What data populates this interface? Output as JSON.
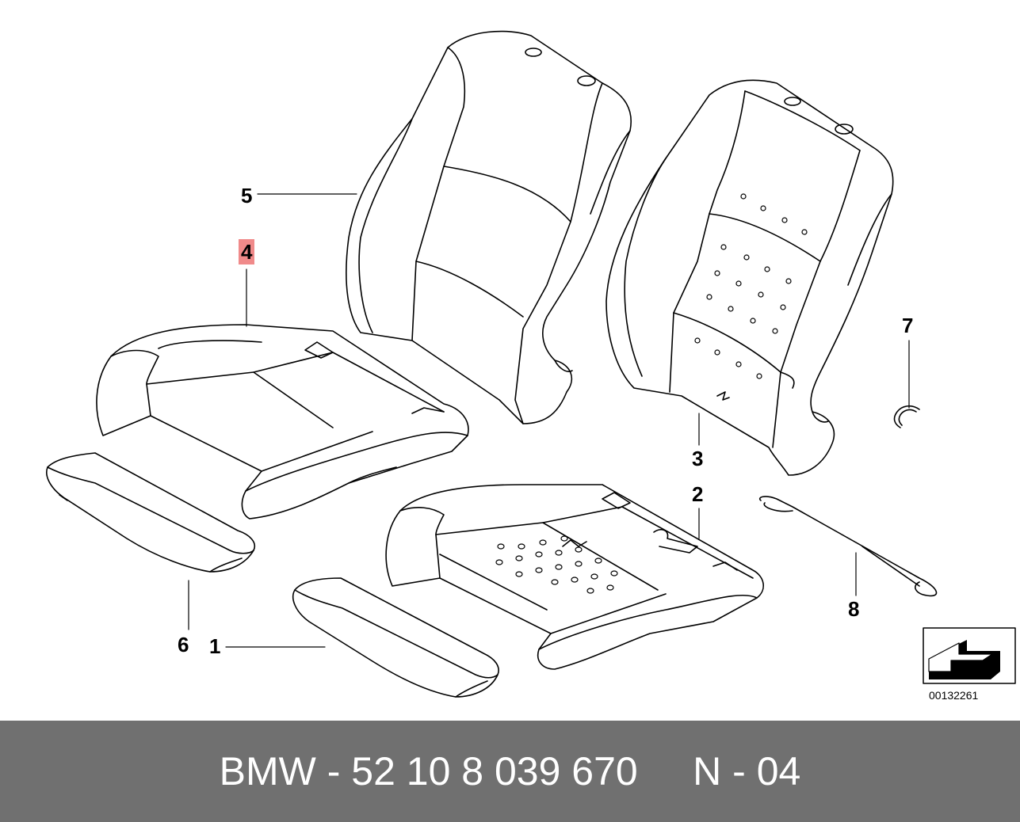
{
  "callouts": [
    {
      "id": "1",
      "label": "1",
      "highlighted": false
    },
    {
      "id": "2",
      "label": "2",
      "highlighted": false
    },
    {
      "id": "3",
      "label": "3",
      "highlighted": false
    },
    {
      "id": "4",
      "label": "4",
      "highlighted": true
    },
    {
      "id": "5",
      "label": "5",
      "highlighted": false
    },
    {
      "id": "6",
      "label": "6",
      "highlighted": false
    },
    {
      "id": "7",
      "label": "7",
      "highlighted": false
    },
    {
      "id": "8",
      "label": "8",
      "highlighted": false
    }
  ],
  "diagram_id": "00132261",
  "footer": {
    "text": "BMW - 52 10 8 039 670     N - 04"
  },
  "colors": {
    "highlight": "#f08a8a",
    "footer_bg": "#707070",
    "footer_text": "#ffffff",
    "line": "#000000"
  },
  "icons": {
    "corner_badge": "view-direction-arrow-icon"
  }
}
